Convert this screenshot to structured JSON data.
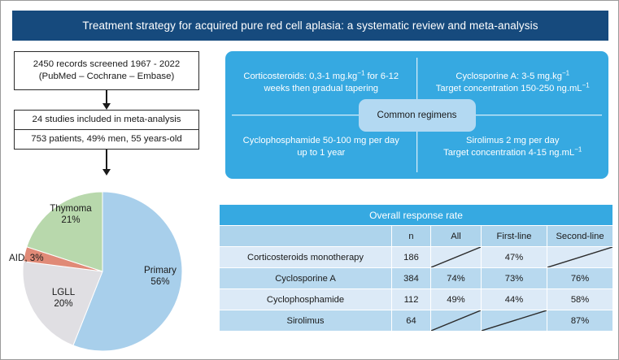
{
  "title": "Treatment strategy for acquired pure red cell aplasia: a systematic review and meta-analysis",
  "flow": {
    "box1_line1": "2450 records screened 1967 - 2022",
    "box1_line2": "(PubMed – Cochrane – Embase)",
    "box2": "24 studies included in meta-analysis",
    "box3": "753 patients, 49% men, 55 years-old"
  },
  "chart_data": {
    "type": "pie",
    "title": "",
    "categories": [
      "Primary",
      "Thymoma",
      "LGLL",
      "AID"
    ],
    "values": [
      56,
      21,
      20,
      3
    ],
    "labels": [
      "Primary 56%",
      "Thymoma 21%",
      "LGLL 20%",
      "AID, 3%"
    ],
    "colors": [
      "#a8cfeb",
      "#e0dfe3",
      "#b8d8ac",
      "#e08a77"
    ],
    "legend": "none",
    "units": "percent",
    "slices": [
      {
        "name": "Primary",
        "value": 56,
        "label_line1": "Primary",
        "label_line2": "56%",
        "color": "#a8cfeb"
      },
      {
        "name": "Thymoma",
        "value": 21,
        "label_line1": "Thymoma",
        "label_line2": "21%",
        "color": "#e0dfe3"
      },
      {
        "name": "AID",
        "value": 3,
        "label_line1": "AID, 3%",
        "label_line2": "",
        "color": "#e08a77"
      },
      {
        "name": "LGLL",
        "value": 20,
        "label_line1": "LGLL",
        "label_line2": "20%",
        "color": "#b8d8ac"
      }
    ]
  },
  "regimens": {
    "center_label": "Common regimens",
    "q1_line1_a": "Corticosteroids: 0,3-1 mg.kg",
    "q1_line1_sup": "−1",
    "q1_line1_b": " for 6-12",
    "q1_line2": "weeks then gradual tapering",
    "q2_line1_a": "Cyclosporine A: 3-5 mg.kg",
    "q2_line1_sup": "−1",
    "q2_line2_a": "Target concentration 150-250 ng.mL",
    "q2_line2_sup": "−1",
    "q3_line1": "Cyclophosphamide 50-100 mg per day",
    "q3_line2": "up to 1 year",
    "q4_line1": "Sirolimus 2 mg per day",
    "q4_line2_a": "Target concentration 4-15 ng.mL",
    "q4_line2_sup": "−1"
  },
  "table": {
    "title": "Overall response rate",
    "columns": [
      "",
      "n",
      "All",
      "First-line",
      "Second-line"
    ],
    "rows": [
      {
        "treatment": "Corticosteroids monotherapy",
        "n": "186",
        "all": "",
        "first_line": "47%",
        "second_line": "",
        "all_slashed": true,
        "first_line_spans": true,
        "second_line_slashed": true
      },
      {
        "treatment": "Cyclosporine A",
        "n": "384",
        "all": "74%",
        "first_line": "73%",
        "second_line": "76%",
        "all_slashed": false,
        "first_line_spans": false,
        "second_line_slashed": false
      },
      {
        "treatment": "Cyclophosphamide",
        "n": "112",
        "all": "49%",
        "first_line": "44%",
        "second_line": "58%",
        "all_slashed": false,
        "first_line_spans": false,
        "second_line_slashed": false
      },
      {
        "treatment": "Sirolimus",
        "n": "64",
        "all": "",
        "first_line": "",
        "second_line": "87%",
        "all_slashed": true,
        "first_line_slashed": true,
        "second_line_slashed": false
      }
    ]
  },
  "colors": {
    "banner": "#164a7d",
    "accent_blue": "#36a9e1",
    "badge_blue": "#b3d9f2",
    "table_row_light": "#dceaf7",
    "table_row_dark": "#b8d9ef",
    "table_head": "#aed4ec"
  }
}
